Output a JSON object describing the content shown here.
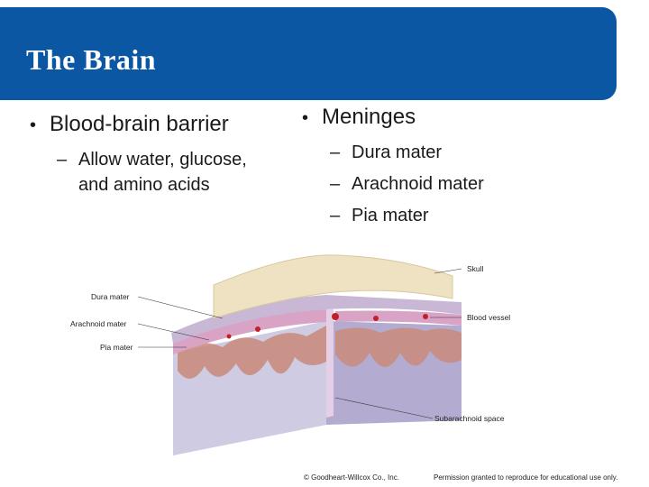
{
  "title": "The Brain",
  "left": {
    "bullet": "Blood-brain barrier",
    "sub_line1": "Allow water, glucose,",
    "sub_line2": "and amino acids"
  },
  "right": {
    "bullet": "Meninges",
    "items": [
      "Dura mater",
      "Arachnoid mater",
      "Pia mater"
    ]
  },
  "figure": {
    "labels": {
      "skull": "Skull",
      "dura": "Dura mater",
      "arachnoid": "Arachnoid mater",
      "blood_vessel": "Blood vessel",
      "pia": "Pia mater",
      "subarachnoid": "Subarachnoid space"
    }
  },
  "footer": {
    "copyright": "© Goodheart-Willcox Co., Inc.",
    "permission": "Permission granted to reproduce for educational use only."
  },
  "colors": {
    "title_bar": "#0b57a4",
    "skull": "#efe2c2",
    "dura": "#c8b8d6",
    "brain": "#b9b3d2",
    "vessel": "#c0202a"
  }
}
